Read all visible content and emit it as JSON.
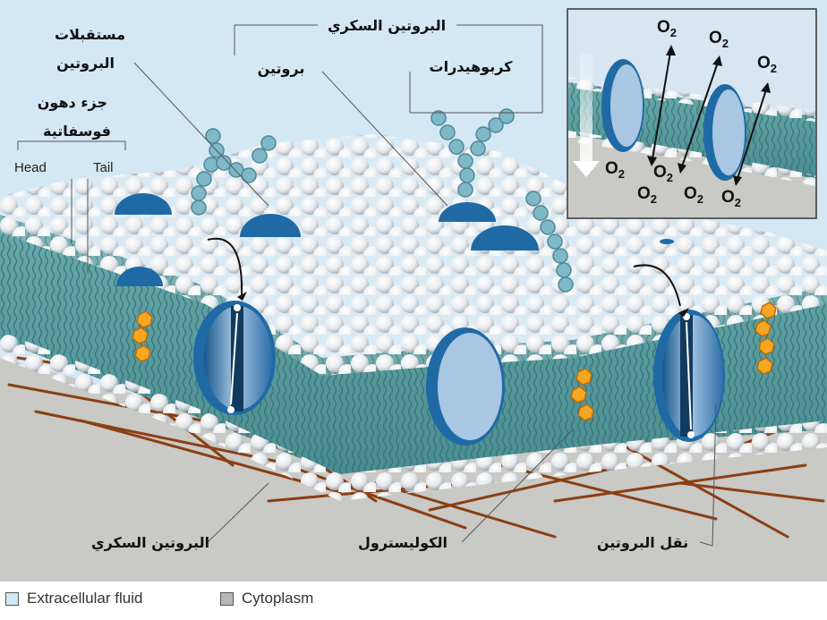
{
  "labels": {
    "protein_receptors": [
      "مستقبلات",
      "البروتين"
    ],
    "phospholipid_part": [
      "جزء دهون",
      "فوسفاتية"
    ],
    "head": "Head",
    "tail": "Tail",
    "glycoprotein_top": "البروتين السكري",
    "protein": "بروتين",
    "carbohydrates": "كربوهيدرات",
    "glycoprotein_bottom": "البروتين السكري",
    "cholesterol": "الكوليسترول",
    "transport_protein": "نقل البروتين"
  },
  "inset": {
    "o2_main": "O",
    "o2_sub": "2"
  },
  "legend": {
    "extracellular": "Extracellular fluid",
    "cytoplasm": "Cytoplasm"
  },
  "colors": {
    "extracellular_bg": "#d4e7f4",
    "cytoplasm_bg": "#c9c9c5",
    "membrane_teal": "#5e9ea1",
    "protein_blue": "#1f6aa5",
    "cholesterol_orange": "#f5a623",
    "cytoskeleton_brown": "#8a3f12"
  }
}
